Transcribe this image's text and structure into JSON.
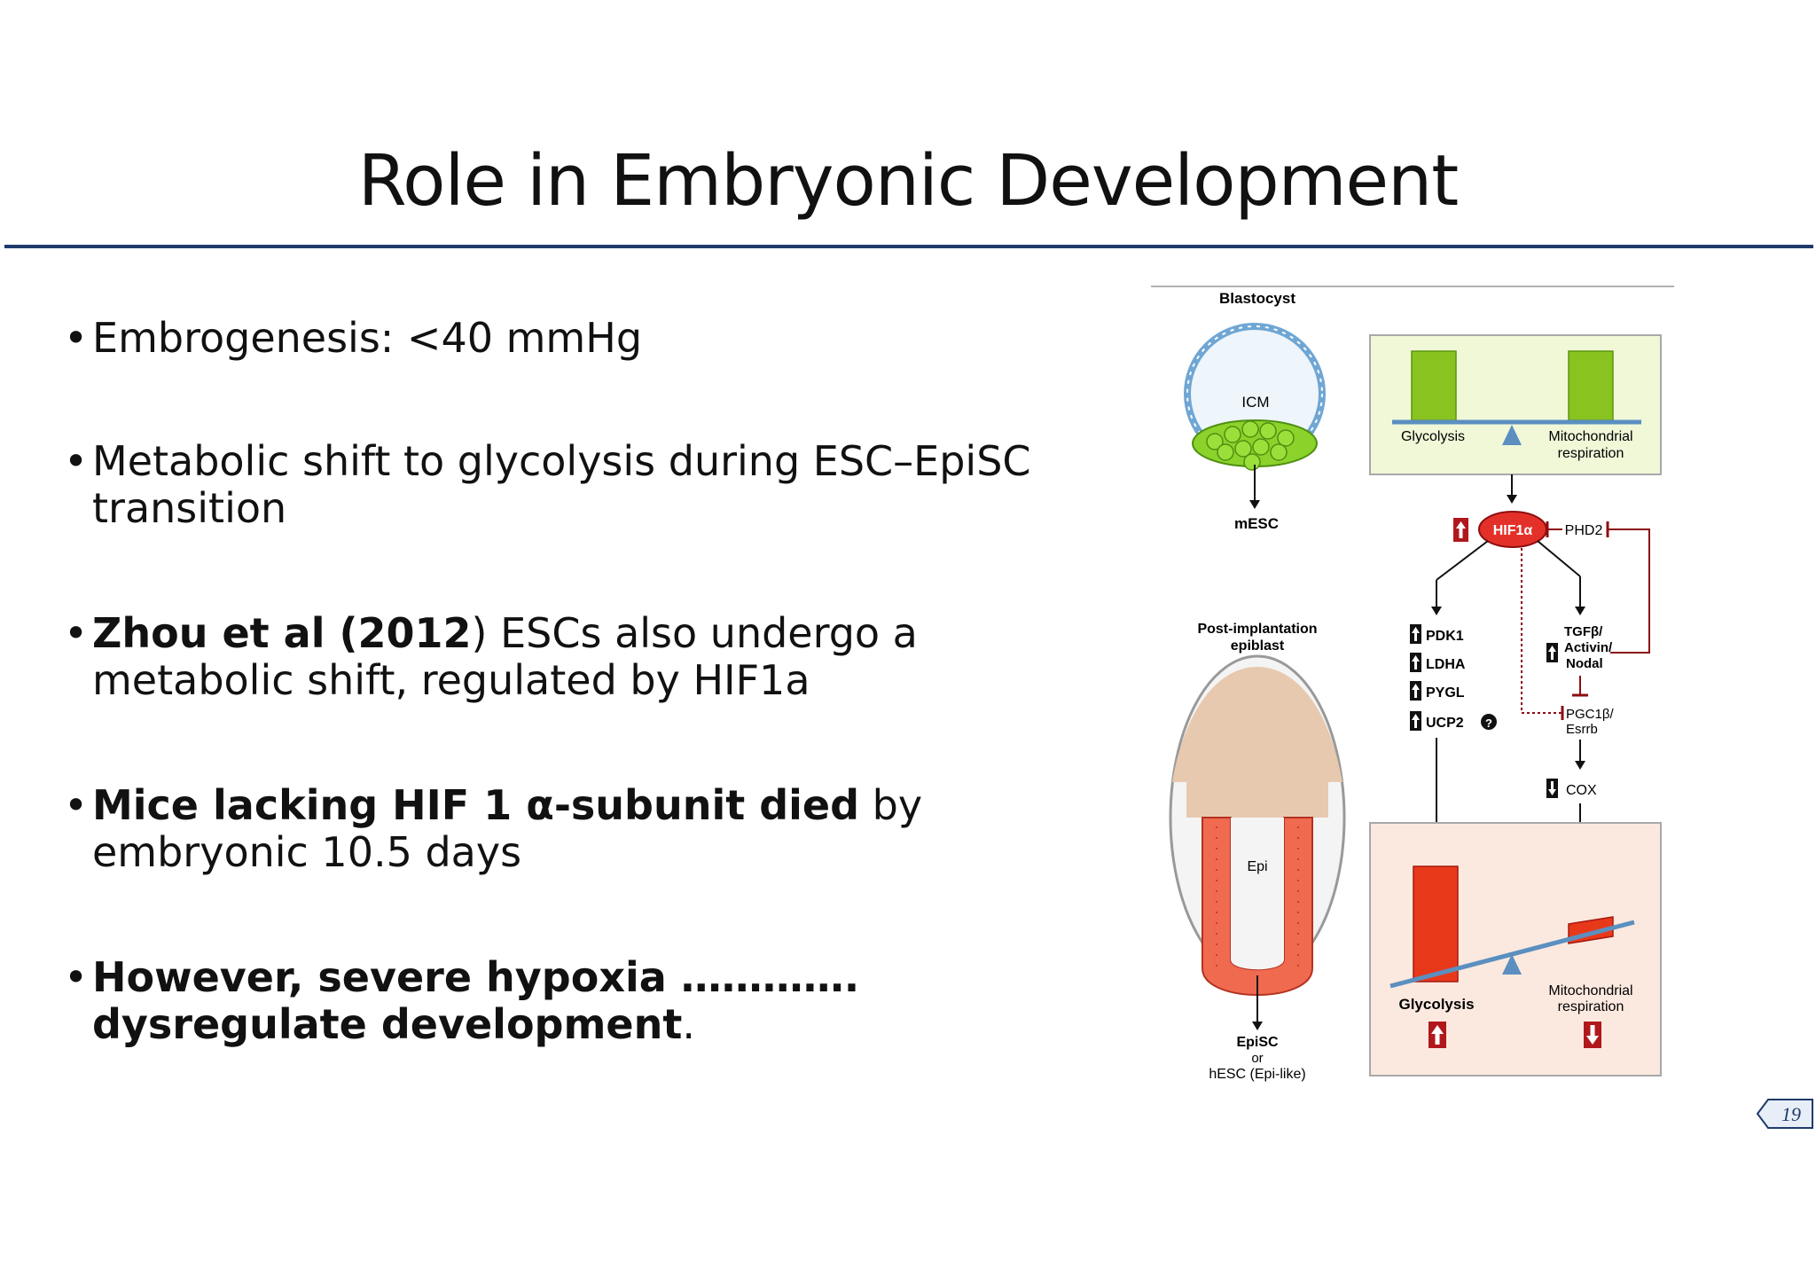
{
  "slide": {
    "title": "Role in Embryonic Development",
    "bullets": [
      {
        "parts": [
          {
            "text": "Embrogenesis:   <40 mmHg",
            "bold": false
          }
        ]
      },
      {
        "parts": [
          {
            "text": "Metabolic shift to glycolysis during ESC–EpiSC transition",
            "bold": false
          }
        ]
      },
      {
        "parts": [
          {
            "text": "Zhou et al (2012",
            "bold": true
          },
          {
            "text": ") ESCs also undergo a metabolic shift, regulated by HIF1a",
            "bold": false
          }
        ]
      },
      {
        "parts": [
          {
            "text": "Mice lacking HIF 1 α-subunit died",
            "bold": true
          },
          {
            "text": " by embryonic 10.5 days",
            "bold": false
          }
        ]
      },
      {
        "parts": [
          {
            "text": "However, severe hypoxia …………. dysregulate development",
            "bold": true
          },
          {
            "text": ".",
            "bold": false
          }
        ]
      }
    ],
    "page_number": "19"
  },
  "figure": {
    "blastocyst": "Blastocyst",
    "icm": "ICM",
    "mesc": "mESC",
    "post_implantation_1": "Post-implantation",
    "post_implantation_2": "epiblast",
    "epi": "Epi",
    "episc": "EpiSC",
    "or": "or",
    "hesc": "hESC (Epi-like)",
    "glycolysis": "Glycolysis",
    "mito_1": "Mitochondrial",
    "mito_2": "respiration",
    "hif1a": "HIF1α",
    "phd2": "PHD2",
    "pdk1": "PDK1",
    "ldha": "LDHA",
    "pygl": "PYGL",
    "ucp2": "UCP2",
    "question": "?",
    "tgfb_1": "TGFβ/",
    "tgfb_2": "Activin/",
    "tgfb_3": "Nodal",
    "pgc_1": "PGC1β/",
    "pgc_2": "Esrrb",
    "cox": "COX",
    "colors": {
      "green": "#88c31f",
      "red": "#e8381a",
      "darkred": "#b0181c",
      "beam": "#5b8fc0",
      "panel_top": "#f0f8d8",
      "panel_bottom": "#fbe9df"
    }
  }
}
